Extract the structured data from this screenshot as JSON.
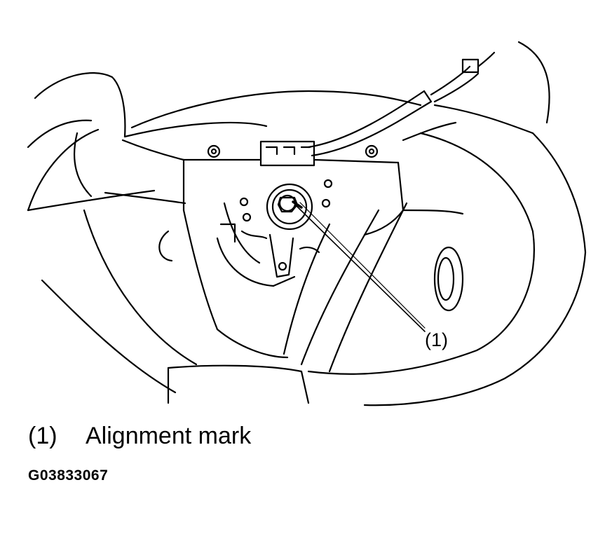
{
  "diagram": {
    "callout_label": "(1)",
    "legend": {
      "number": "(1)",
      "text": "Alignment mark"
    },
    "figure_code": "G03833067"
  }
}
